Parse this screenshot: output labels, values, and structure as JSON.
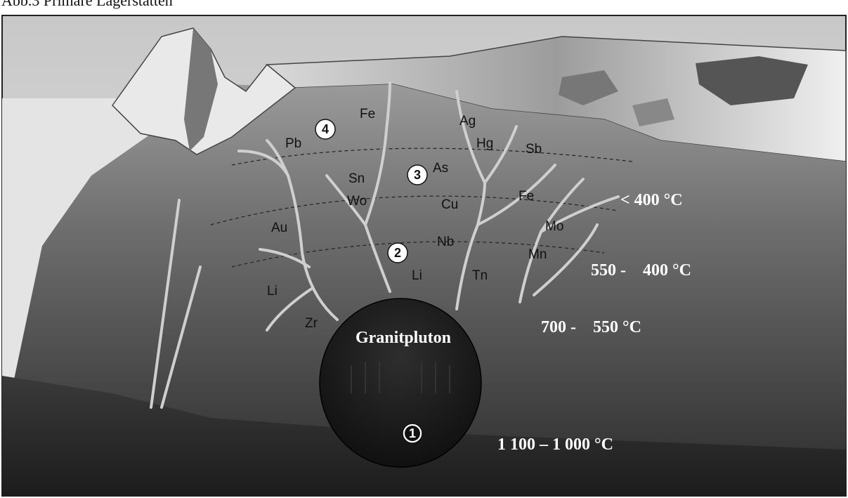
{
  "caption": "Abb.3 Primäre Lagerstätten",
  "pluton": {
    "label": "Granitpluton"
  },
  "zones": [
    {
      "number": "1",
      "temperature": "1 100 – 1 000 °C"
    },
    {
      "number": "2",
      "temperature": "700 -    550 °C"
    },
    {
      "number": "3",
      "temperature": "550 -    400 °C"
    },
    {
      "number": "4",
      "temperature": "< 400 °C"
    }
  ],
  "elements": [
    "Fe",
    "Pb",
    "Ag",
    "Hg",
    "Sb",
    "Sn",
    "As",
    "Wo",
    "Cu",
    "Fe",
    "Mo",
    "Au",
    "Nb",
    "Mn",
    "Li",
    "Tn",
    "Li",
    "Zr"
  ],
  "colors": {
    "sky": "#ebebeb",
    "crust_dark": "#2a2a2a",
    "pluton": "#1a1a1a",
    "vein": "#cfcfcf"
  }
}
